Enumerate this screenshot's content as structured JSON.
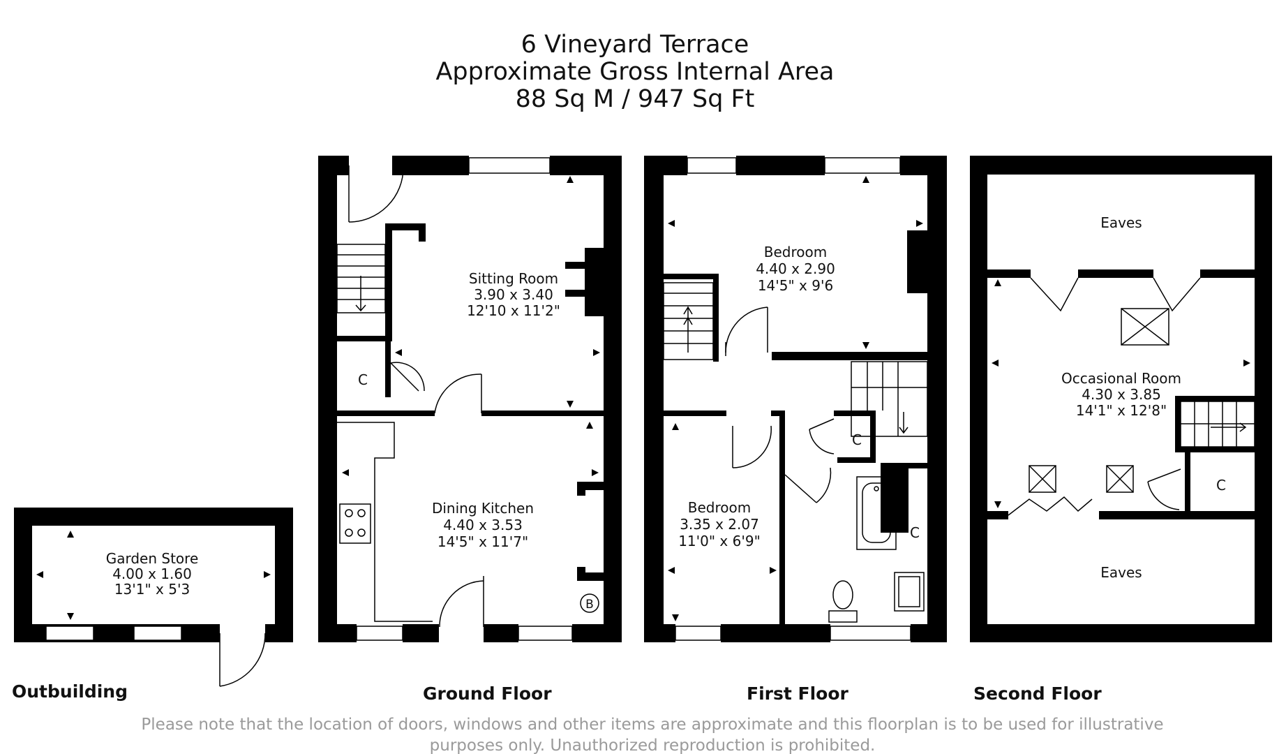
{
  "title": {
    "line1": "6 Vineyard Terrace",
    "line2": "Approximate Gross Internal Area",
    "line3": "88 Sq M / 947 Sq Ft"
  },
  "floors": {
    "outbuilding": "Outbuilding",
    "ground": "Ground Floor",
    "first": "First Floor",
    "second": "Second Floor"
  },
  "rooms": {
    "garden_store": {
      "name": "Garden Store",
      "metric": "4.00 x 1.60",
      "imperial": "13'1\" x 5'3"
    },
    "sitting_room": {
      "name": "Sitting Room",
      "metric": "3.90 x 3.40",
      "imperial": "12'10 x 11'2\""
    },
    "dining_kitchen": {
      "name": "Dining Kitchen",
      "metric": "4.40 x 3.53",
      "imperial": "14'5\" x 11'7\""
    },
    "ground_cupboard": {
      "name": "C"
    },
    "boiler": {
      "name": "B"
    },
    "bedroom_front": {
      "name": "Bedroom",
      "metric": "4.40 x 2.90",
      "imperial": "14'5\" x 9'6"
    },
    "bedroom_rear": {
      "name": "Bedroom",
      "metric": "3.35 x 2.07",
      "imperial": "11'0\" x 6'9\""
    },
    "first_cupboard_1": {
      "name": "C"
    },
    "first_cupboard_2": {
      "name": "C"
    },
    "eaves_top": {
      "name": "Eaves"
    },
    "occasional_room": {
      "name": "Occasional Room",
      "metric": "4.30 x 3.85",
      "imperial": "14'1\" x 12'8\""
    },
    "second_cupboard": {
      "name": "C"
    },
    "eaves_bottom": {
      "name": "Eaves"
    }
  },
  "disclaimer": {
    "line1": "Please note that the location of doors, windows and other items are approximate and this floorplan is to be used for illustrative",
    "line2": "purposes only. Unauthorized reproduction is prohibited."
  }
}
